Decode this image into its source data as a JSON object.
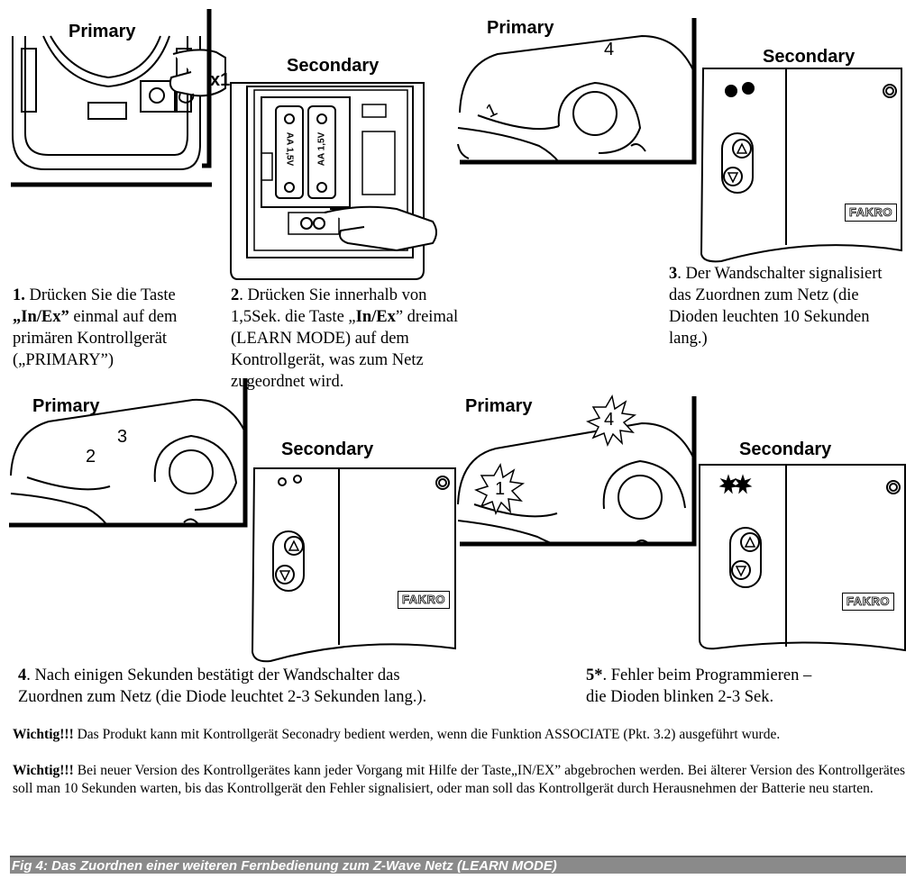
{
  "panels": {
    "p1": {
      "title": "Primary",
      "badge": "x1"
    },
    "p2": {
      "title": "Secondary",
      "battery_label": "AA 1,5V"
    },
    "p3": {
      "title_primary": "Primary",
      "title_secondary": "Secondary",
      "digit_a": "1",
      "digit_b": "4",
      "brand": "FAKRO"
    },
    "p4": {
      "title_primary": "Primary",
      "title_secondary": "Secondary",
      "digit_a": "2",
      "digit_b": "3",
      "brand": "FAKRO"
    },
    "p5": {
      "title_primary": "Primary",
      "title_secondary": "Secondary",
      "digit_a": "1",
      "digit_b": "4",
      "brand": "FAKRO"
    }
  },
  "captions": {
    "step1": {
      "num": "1.",
      "part1": " Drücken Sie die Taste",
      "key_open": "„",
      "key": "In/Ex",
      "key_close": "”",
      "part2": " einmal auf dem primären Kontrollgerät („PRIMARY”)"
    },
    "step2": {
      "num": "2",
      "part1": ". Drücken Sie innerhalb von  1,5Sek.  die Taste „",
      "key": "In/Ex",
      "part2": "” dreimal (LEARN MODE) auf dem Kontrollgerät, was zum Netz zugeordnet wird."
    },
    "step3": {
      "num": "3",
      "text": ". Der Wandschalter signalisiert das Zuordnen zum Netz  (die Dioden leuchten 10 Sekunden lang.)"
    },
    "step4": {
      "num": "4",
      "line1": ". Nach einigen Sekunden bestätigt der Wandschalter das",
      "line2": "Zuordnen zum Netz (die Diode leuchtet 2-3 Sekunden lang.)."
    },
    "step5": {
      "num": "5*",
      "line1": ". Fehler beim Programmieren –",
      "line2": "die Dioden blinken 2-3 Sek."
    }
  },
  "notes": [
    {
      "bold": "Wichtig!!!",
      "text": " Das Produkt kann mit Kontrollgerät Seconadry bedient werden, wenn die Funktion ASSOCIATE (Pkt. 3.2) ausgeführt wurde."
    },
    {
      "bold": "Wichtig!!!",
      "text": " Bei neuer Version des Kontrollgerätes kann jeder Vorgang mit Hilfe der Taste„IN/EX” abgebrochen werden. Bei älterer Version des Kontrollgerätes soll man 10 Sekunden warten, bis das  Kontrollgerät den Fehler signalisiert, oder man soll das Kontrollgerät durch Herausnehmen der Batterie   neu starten."
    }
  ],
  "figure_caption": "Fig 4: Das Zuordnen einer weiteren Fernbedienung  zum Z-Wave Netz  (LEARN MODE)"
}
